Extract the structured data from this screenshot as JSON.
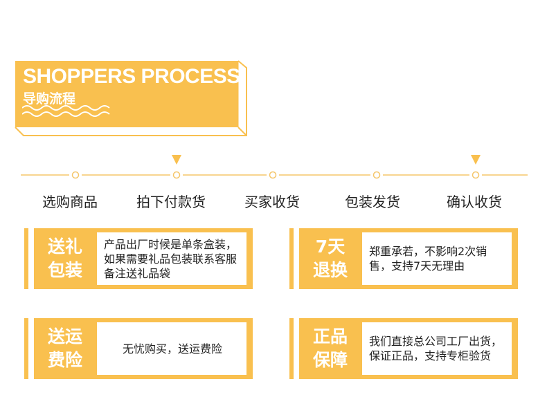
{
  "colors": {
    "accent": "#f9c04f",
    "line": "#f5c66a"
  },
  "header": {
    "title": "SHOPPERS PROCESS",
    "subtitle": "导购流程"
  },
  "timeline": {
    "steps": [
      "选购商品",
      "拍下付款货",
      "买家收货",
      "包装发货",
      "确认收货"
    ],
    "marker_icon": "triangle-down-icon"
  },
  "cards": [
    {
      "title_line1": "送礼",
      "title_line2": "包装",
      "description": "产品出厂时候是单条盒装，如果需要礼品包装联系客服备注送礼品袋"
    },
    {
      "title_line1": "7天",
      "title_line2": "退换",
      "description": "郑重承若，不影响2次销售，支持7天无理由"
    },
    {
      "title_line1": "送运",
      "title_line2": "费险",
      "description": "无忧购买，送运费险"
    },
    {
      "title_line1": "正品",
      "title_line2": "保障",
      "description": "我们直接总公司工厂出货，保证正品，支持专柜验货"
    }
  ]
}
